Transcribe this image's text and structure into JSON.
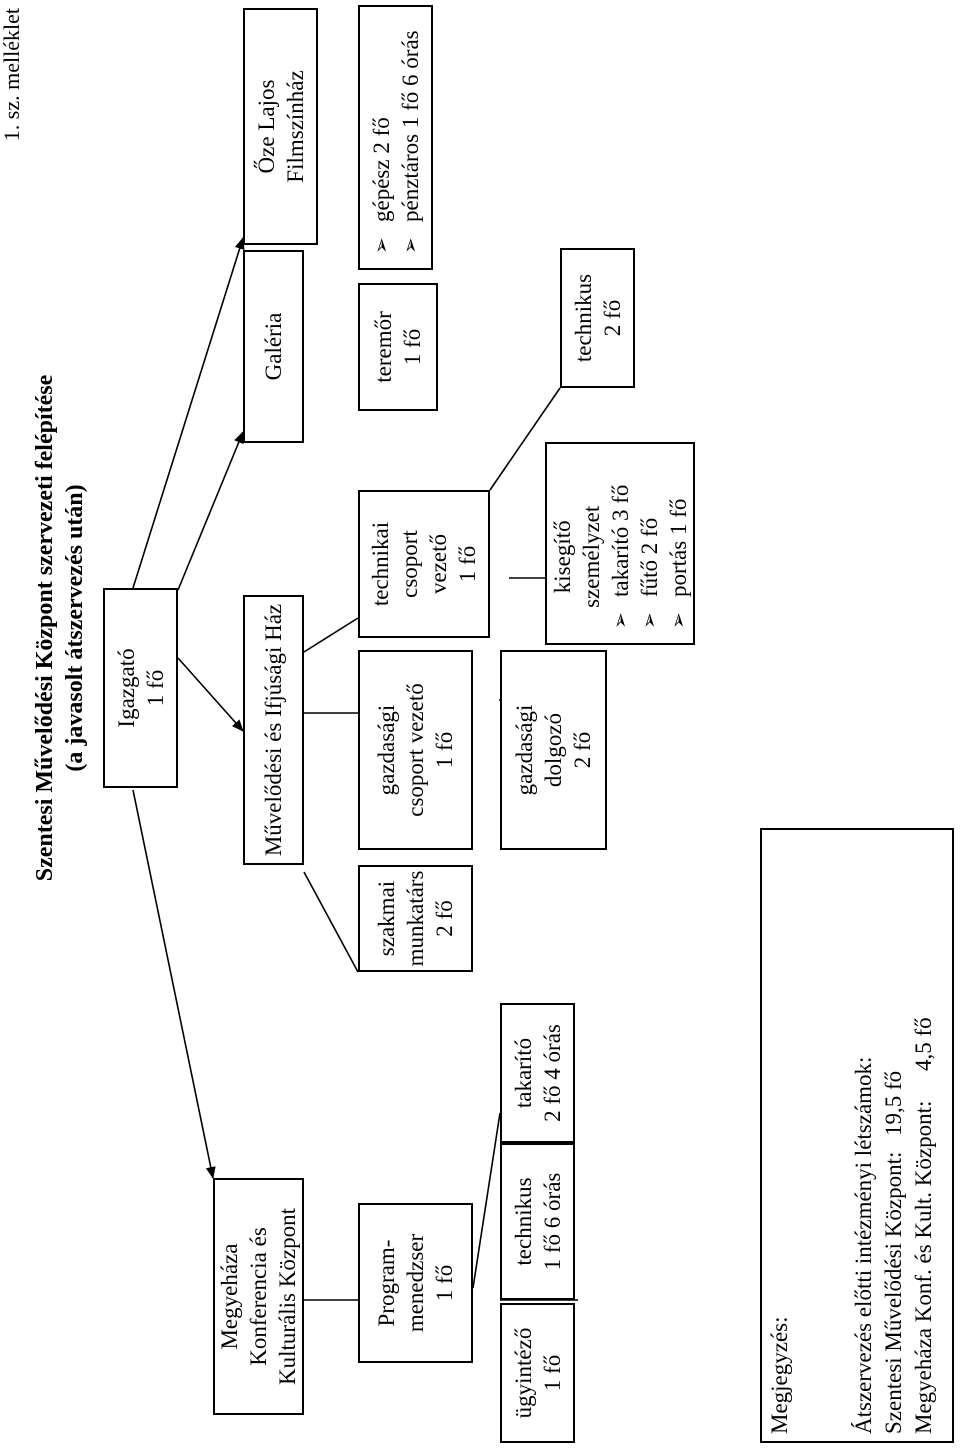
{
  "annex_label": "1. sz. melléklet",
  "title_line1": "Szentesi Művelődési Központ szervezeti felépítése",
  "title_line2": "(a javasolt átszervezés után)",
  "director": "Igazgató\n1 fő",
  "units": {
    "megyehaza": "Megyeháza\nKonferencia és\nKulturális Központ",
    "muvelodesi": "Művelődési és Ifjúsági Ház",
    "galeria": "Galéria",
    "oze": "Őze Lajos\nFilmszínház"
  },
  "megyehaza_staff": {
    "program": "Program-\nmenedzser\n1 fő",
    "ugyintezo": "ügyintéző\n1 fő",
    "technikus": "technikus\n1 fő 6 órás",
    "takarito": "takarító\n2 fő 4 órás"
  },
  "muvelodesi_staff": {
    "szakmai": "szakmai\nmunkatárs\n2 fő",
    "gazd_vezeto": "gazdasági\ncsoport vezető\n1 fő",
    "gazd_dolgozo": "gazdasági\ndolgozó\n2 fő",
    "tech_vezeto": "technikai\ncsoport\nvezető\n1 fő",
    "kisegito_title": "kisegítő\nszemélyzet",
    "kisegito_items": [
      "takarító 3 fő",
      "fűtő 2 fő",
      "portás 1 fő"
    ],
    "technikus": "technikus\n2 fő"
  },
  "galeria_staff": {
    "teremor": "teremőr\n1 fő"
  },
  "oze_staff": {
    "items": [
      "gépész 2 fő",
      "pénztáros 1 fő 6 órás"
    ]
  },
  "note": {
    "heading": "Megjegyzés:",
    "line1": "Átszervezés előtti intézményi létszámok:",
    "line2_label": "Szentesi Művelődési Központ:",
    "line2_value": "19,5 fő",
    "line3_label": "Megyeháza Konf. és Kult. Központ:",
    "line3_value": "4,5 fő"
  }
}
